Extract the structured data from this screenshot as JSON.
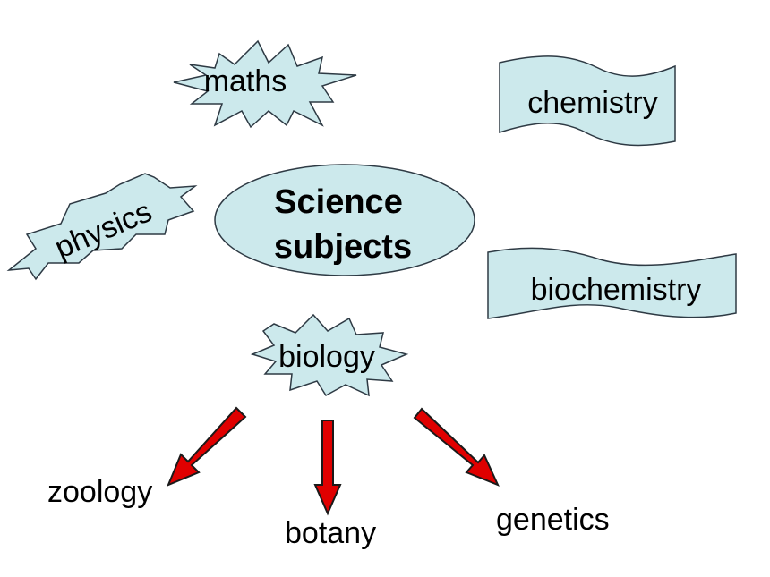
{
  "diagram": {
    "center": {
      "line1": "Science",
      "line2": "subjects"
    },
    "subjects": {
      "maths": "maths",
      "chemistry": "chemistry",
      "physics": "physics",
      "biochemistry": "biochemistry",
      "biology": "biology"
    },
    "biology_branches": {
      "zoology": "zoology",
      "botany": "botany",
      "genetics": "genetics"
    }
  },
  "colors": {
    "shape_fill": "#cce9ec",
    "shape_stroke": "#2e3a44",
    "arrow_fill": "#e00000",
    "arrow_stroke": "#1a1a1a",
    "text": "#000000"
  }
}
